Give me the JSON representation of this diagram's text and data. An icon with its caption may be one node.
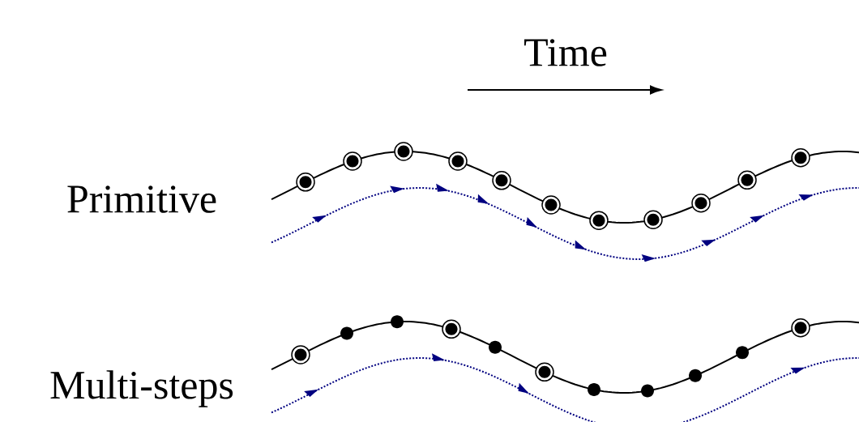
{
  "diagram": {
    "labels": [
      "Time",
      "Primitive",
      "Multi-steps"
    ]
  }
}
